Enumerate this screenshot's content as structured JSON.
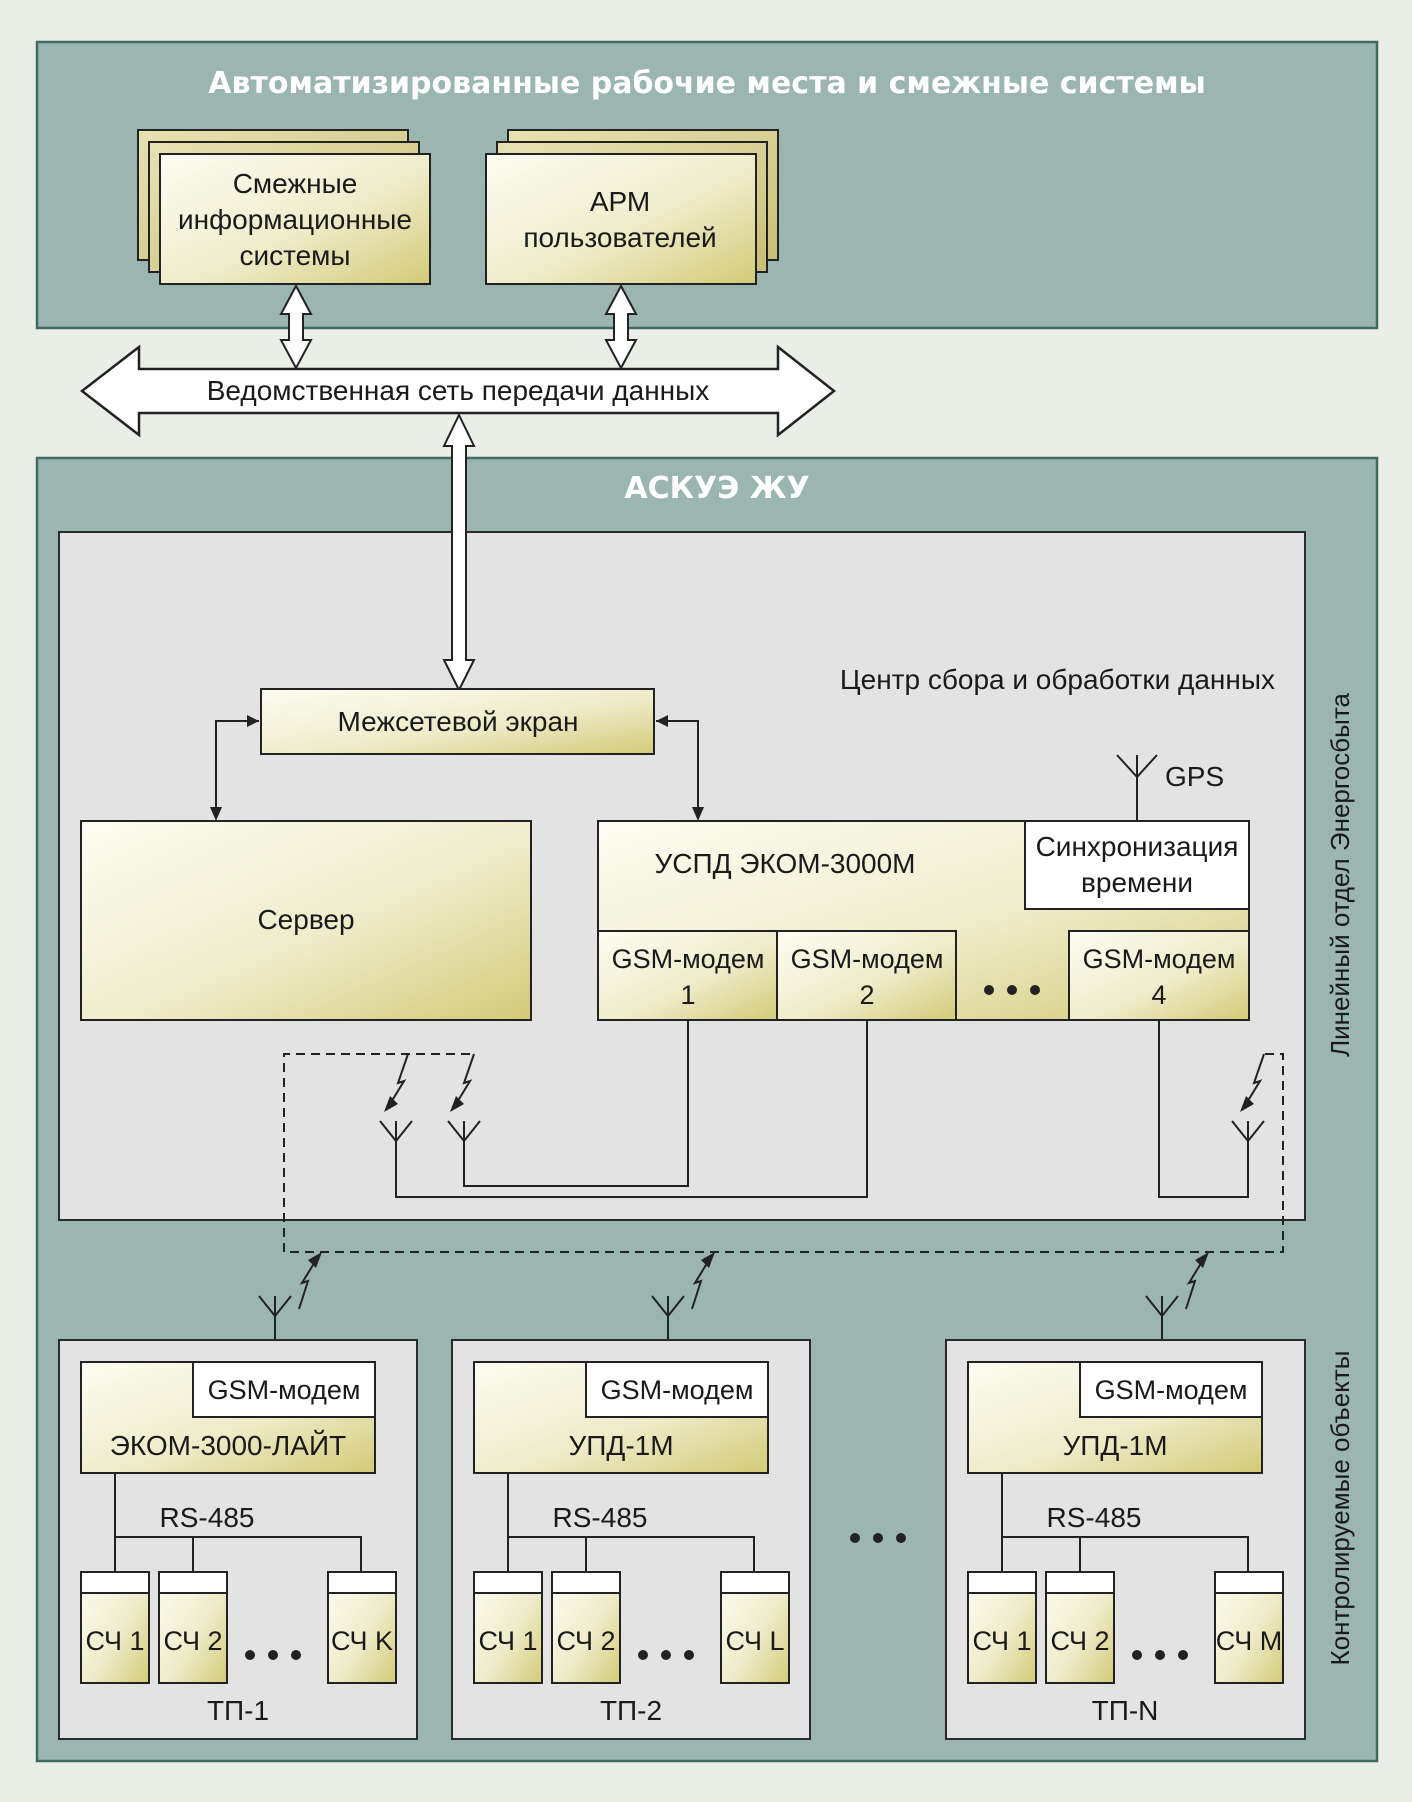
{
  "colors": {
    "panel": "#9bb5b0",
    "panel_border": "#3f6b64",
    "inner": "#e3e3e3",
    "box_gradient_light": "#fdfdf3",
    "box_gradient_dark": "#d2cb78",
    "white_box": "#ffffff"
  },
  "top_panel": {
    "title": "Автоматизированные рабочие места и смежные системы",
    "adjacent_systems": [
      "Смежные",
      "информационные",
      "системы"
    ],
    "user_workstations": [
      "АРМ",
      "пользователей"
    ]
  },
  "network": {
    "label": "Ведомственная сеть передачи данных"
  },
  "main_panel": {
    "title": "АСКУЭ ЖУ",
    "center_label": "Центр сбора и обработки данных",
    "firewall": "Межсетевой экран",
    "server": "Сервер",
    "uspd": "УСПД ЭКОМ-3000М",
    "gps": "GPS",
    "time_sync": [
      "Синхронизация",
      "времени"
    ],
    "modems": [
      {
        "name": "GSM-модем",
        "num": "1"
      },
      {
        "name": "GSM-модем",
        "num": "2"
      },
      {
        "name": "GSM-модем",
        "num": "4"
      }
    ],
    "side_label_top": "Линейный отдел Энергосбыта",
    "side_label_bottom": "Контролируемые объекты"
  },
  "substations": [
    {
      "modem": "GSM-модем",
      "device": "ЭКОМ-3000-ЛАЙТ",
      "bus": "RS-485",
      "meters": [
        "СЧ 1",
        "СЧ 2",
        "СЧ K"
      ],
      "name": "ТП-1"
    },
    {
      "modem": "GSM-модем",
      "device": "УПД-1М",
      "bus": "RS-485",
      "meters": [
        "СЧ 1",
        "СЧ 2",
        "СЧ L"
      ],
      "name": "ТП-2"
    },
    {
      "modem": "GSM-модем",
      "device": "УПД-1М",
      "bus": "RS-485",
      "meters": [
        "СЧ 1",
        "СЧ 2",
        "СЧ M"
      ],
      "name": "ТП-N"
    }
  ]
}
